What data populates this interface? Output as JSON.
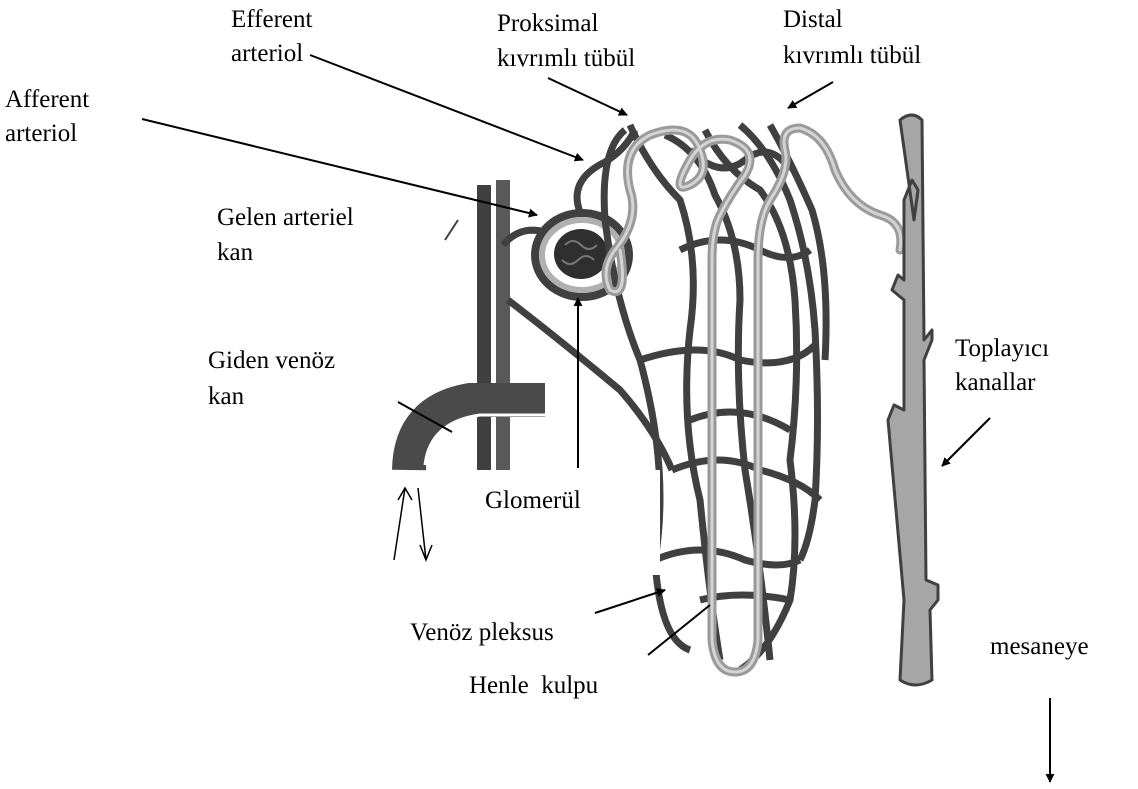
{
  "labels": {
    "efferent_line1": "Efferent",
    "efferent_line2": "arteriol",
    "afferent_line1": "Afferent",
    "afferent_line2": "arteriol",
    "proksimal_line1": "Proksimal",
    "proksimal_line2": "kıvrımlı tübül",
    "distal_line1": "Distal",
    "distal_line2": "kıvrımlı tübül",
    "gelen_line1": "Gelen arteriel",
    "gelen_line2": "kan",
    "giden_line1": "Giden venöz",
    "giden_line2": "kan",
    "glomerul": "Glomerül",
    "toplayici_line1": "Toplayıcı",
    "toplayici_line2": "kanallar",
    "venoz_pleksus": "Venöz pleksus",
    "henle": "Henle  kulpu",
    "mesaneye": "mesaneye"
  },
  "colors": {
    "vessel": "#404040",
    "tubule": "#b0b0b0",
    "glomerulus": "#2f2f2f",
    "duct": "#a6a6a6"
  }
}
